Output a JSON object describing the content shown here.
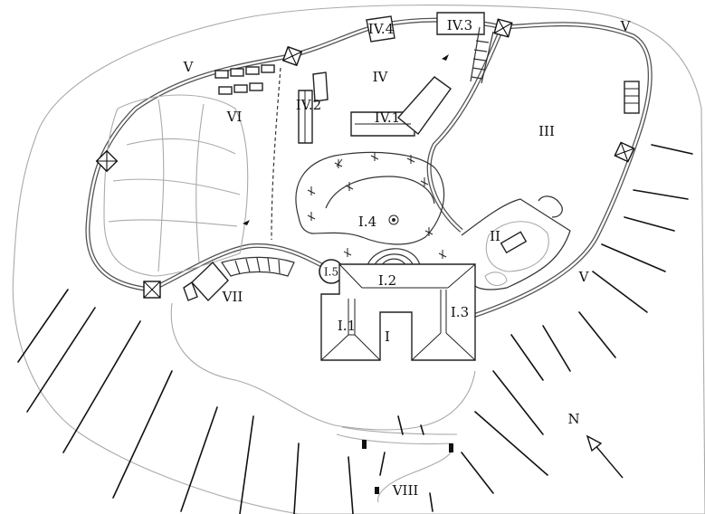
{
  "labels": {
    "I": "I",
    "I1": "I.1",
    "I2": "I.2",
    "I3": "I.3",
    "I4": "I.4",
    "I5": "I.5",
    "II": "II",
    "III": "III",
    "IV": "IV",
    "IV1": "IV.1",
    "IV2": "IV.2",
    "IV3": "IV.3",
    "IV4": "IV.4",
    "V_top_left": "V",
    "V_top_right": "V",
    "V_right": "V",
    "VI": "VI",
    "VII": "VII",
    "VIII": "VIII",
    "north": "N"
  },
  "icons": {
    "north_arrow": "north-arrow-icon",
    "tower": "tower-icon"
  }
}
